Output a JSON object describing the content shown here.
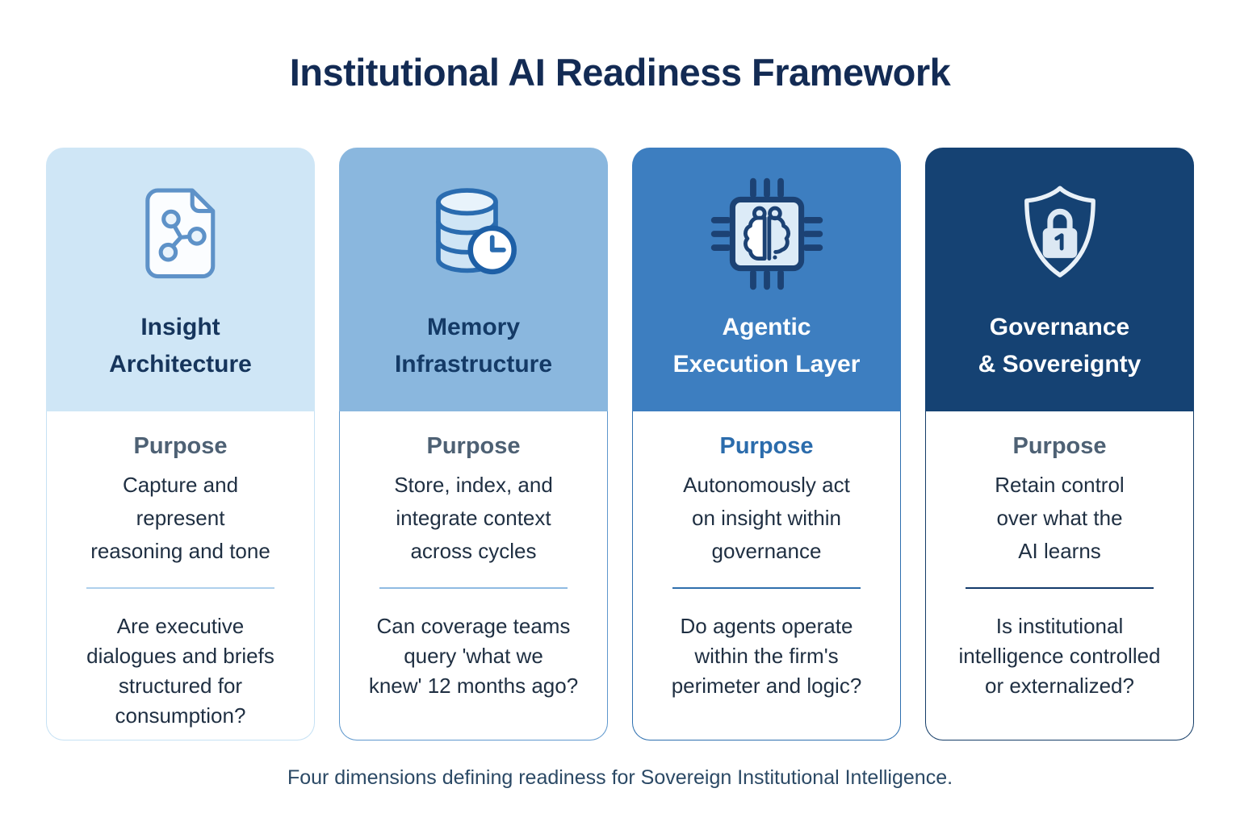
{
  "page": {
    "title": "Institutional AI Readiness Framework",
    "title_color": "#132b54",
    "footer": "Four dimensions defining readiness for Sovereign Institutional Intelligence.",
    "footer_color": "#2b4965"
  },
  "cards": [
    {
      "id": "insight-architecture",
      "icon": "document-share-icon",
      "title": "Insight\nArchitecture",
      "section_label": "Purpose",
      "purpose": "Capture and\nrepresent\nreasoning and tone",
      "question": "Are executive\ndialogues and briefs\nstructured for\nconsumption?",
      "colors": {
        "header_bg": "#cfe6f6",
        "border": "#c6e1f4",
        "title": "#16355c",
        "purpose_label": "#4e6174",
        "divider": "#aed0ec"
      }
    },
    {
      "id": "memory-infrastructure",
      "icon": "database-clock-icon",
      "title": "Memory\nInfrastructure",
      "section_label": "Purpose",
      "purpose": "Store, index, and\nintegrate context\nacross cycles",
      "question": "Can coverage teams\nquery 'what we\nknew' 12 months ago?",
      "colors": {
        "header_bg": "#8ab7de",
        "border": "#5e97cd",
        "title": "#143a66",
        "purpose_label": "#4e6174",
        "divider": "#8fbbe2"
      }
    },
    {
      "id": "agentic-execution-layer",
      "icon": "chip-brain-icon",
      "title": "Agentic\nExecution Layer",
      "section_label": "Purpose",
      "purpose": "Autonomously act\non insight within\ngovernance",
      "question": "Do agents operate\nwithin the firm's\nperimeter and logic?",
      "colors": {
        "header_bg": "#3d7ec0",
        "border": "#2d6faf",
        "title": "#ffffff",
        "purpose_label": "#2b6cac",
        "divider": "#2f6fad"
      }
    },
    {
      "id": "governance-sovereignty",
      "icon": "shield-lock-icon",
      "title": "Governance\n& Sovereignty",
      "section_label": "Purpose",
      "purpose": "Retain control\nover what the\nAI learns",
      "question": "Is institutional\nintelligence controlled\nor externalized?",
      "colors": {
        "header_bg": "#154273",
        "border": "#153d68",
        "title": "#ffffff",
        "purpose_label": "#4e6174",
        "divider": "#133a6b"
      }
    }
  ]
}
